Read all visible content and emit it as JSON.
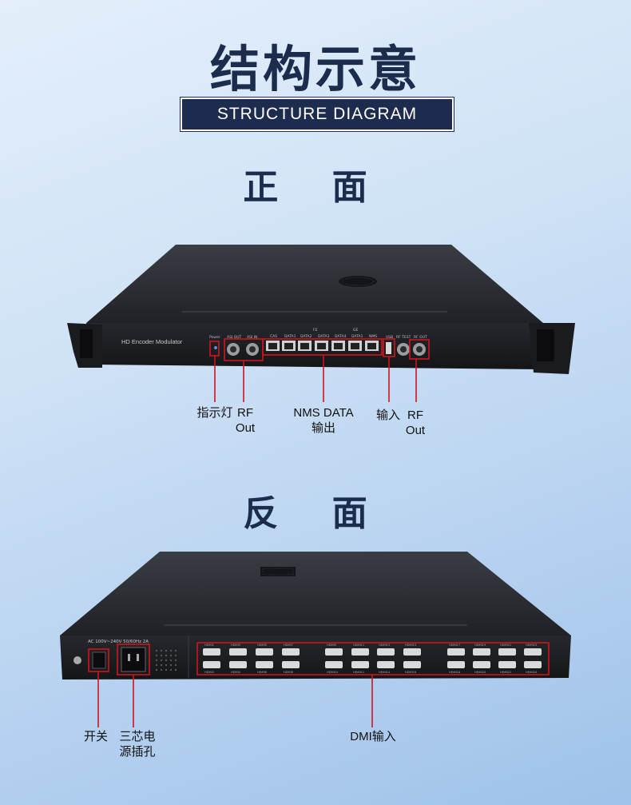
{
  "header": {
    "title_cn": "结构示意",
    "title_en": "STRUCTURE DIAGRAM"
  },
  "front": {
    "section_title": "正 面",
    "device_label": "HD Encoder Modulator",
    "port_labels": [
      "Power",
      "ASI OUT",
      "ASI IN",
      "CAS",
      "DATA1",
      "DATA2",
      "DATA3",
      "DATA4",
      "DATA1",
      "NMS",
      "USB",
      "RF TEST",
      "RF OUT"
    ],
    "group_labels": [
      "FE",
      "GE"
    ],
    "callouts": {
      "indicator": "指示灯",
      "rf_out_line1": "RF",
      "rf_out_line2": "Out",
      "nms_line1": "NMS DATA",
      "nms_line2": "输出",
      "input": "输入",
      "rf_out2_line1": "RF",
      "rf_out2_line2": "Out"
    }
  },
  "back": {
    "section_title": "反 面",
    "power_label": "AC 100V~240V 50/60Hz 2A",
    "hdmi_top": [
      "HDMI1",
      "HDMI3",
      "HDMI5",
      "HDMI7",
      "HDMI9",
      "HDMI11",
      "HDMI13",
      "HDMI15",
      "HDMI17",
      "HDMI19",
      "HDMI21",
      "HDMI23"
    ],
    "hdmi_bottom": [
      "HDMI2",
      "HDMI4",
      "HDMI6",
      "HDMI8",
      "HDMI10",
      "HDMI12",
      "HDMI14",
      "HDMI16",
      "HDMI18",
      "HDMI20",
      "HDMI22",
      "HDMI24"
    ],
    "callouts": {
      "switch": "开关",
      "power_line1": "三芯电",
      "power_line2": "源插孔",
      "hdmi_input": "DMI输入"
    }
  },
  "colors": {
    "title": "#1b2c4d",
    "banner": "#1d2c4e",
    "highlight": "#d0141c"
  }
}
